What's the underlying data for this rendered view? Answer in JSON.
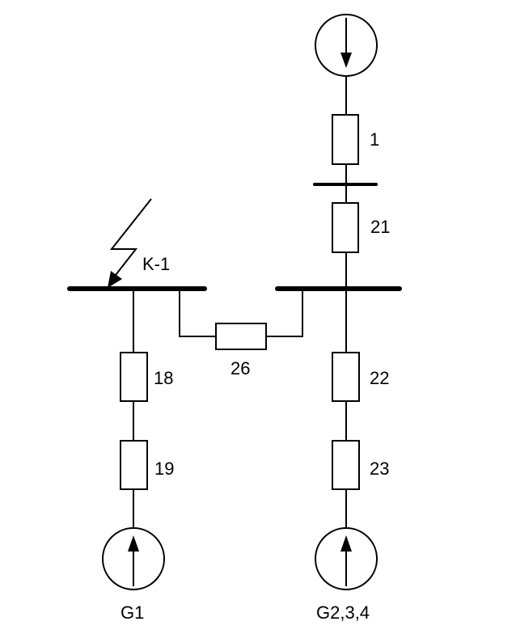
{
  "diagram": {
    "system_source_label": "",
    "labels": {
      "z1": "1",
      "z21": "21",
      "z26": "26",
      "z18": "18",
      "z19": "19",
      "z22": "22",
      "z23": "23",
      "fault": "K-1",
      "gen_left": "G1",
      "gen_right": "G2,3,4"
    },
    "colors": {
      "line": "#000000",
      "background": "#ffffff"
    }
  }
}
